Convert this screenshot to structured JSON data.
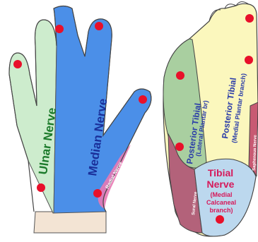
{
  "hand": {
    "ulnar_label": "Ulnar Nerve",
    "median_label": "Median Nerve",
    "radial_label": "Radial Nerve"
  },
  "foot": {
    "posterior_lateral_title": "Posterior Tibial",
    "posterior_lateral_sub": "(Lateral Plantar br)",
    "posterior_medial_title": "Posterior Tibial",
    "posterior_medial_sub": "(Medial Plantar branch)",
    "tibial_line1": "Tibial",
    "tibial_line2": "Nerve",
    "tibial_sub1": "(Medial",
    "tibial_sub2": "Calcaneal",
    "tibial_sub3": "branch)",
    "sural_label": "Sural Nerve",
    "saphenous_label": "Saphenous Nerve"
  },
  "colors": {
    "ulnar": "#cdeccd",
    "median": "#4b8fe8",
    "radial": "#e879b4",
    "posterior_lateral": "#a9cfa0",
    "posterior_medial": "#fbf7bd",
    "tibial": "#bcd8ee",
    "sural": "#b3627a",
    "saphenous": "#c85a73",
    "marker": "#e8102a",
    "ulnar_text": "#1c7a2b",
    "median_text": "#1a2f9a",
    "tibial_text": "#d6195a",
    "foot_text": "#2a3ca8"
  }
}
